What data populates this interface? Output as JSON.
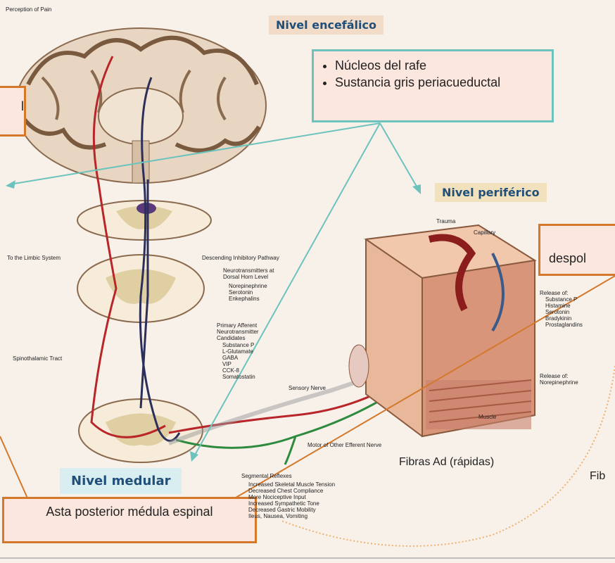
{
  "title": "Perception of Pain",
  "levels": {
    "brain": "Nivel encefálico",
    "peripheral": "Nivel periférico",
    "spinal": "Nivel medular"
  },
  "callouts": {
    "nuclei_items": [
      "Núcleos del rafe",
      "Sustancia gris periacueductal"
    ],
    "left_partial": "l",
    "right_partial": "despol",
    "dorsal_horn": "Asta posterior médula espinal",
    "fibers_ad": "Fibras Ad (rápidas)",
    "fibers_c_partial": "Fib"
  },
  "labels": {
    "limbic": "To the Limbic System",
    "descending": "Descending Inhibitory Pathway",
    "neuro_header": "Neurotransmitters at Dorsal Horn Level",
    "neuro_items": [
      "Norepinephrine",
      "Serotonin",
      "Enkephalins"
    ],
    "primary_header": "Primary Afferent Neurotransmitter Candidates",
    "primary_items": [
      "Substance P",
      "L-Glutamate",
      "GABA",
      "VIP",
      "CCK-8",
      "Somatostatin"
    ],
    "spinothalamic": "Spinothalamic Tract",
    "sensory_nerve": "Sensory Nerve",
    "motor_nerve": "Motor of Other Efferent Nerve",
    "segmental_header": "Segmental Reflexes",
    "segmental_items": [
      "Increased Skeletal Muscle Tension",
      "Decreased Chest Compliance",
      "More Nociceptive Input",
      "Increased Sympathetic Tone",
      "Decreased Gastric Mobility",
      "Ileus, Nausea, Vomiting"
    ],
    "trauma": "Trauma",
    "capillary": "Capillary",
    "release_header": "Release of:",
    "release_items": [
      "Substance P",
      "Histamine",
      "Serotonin",
      "Bradykinin",
      "Prostaglandins"
    ],
    "release2_header": "Release of:",
    "release2_items": [
      "Norepinephrine"
    ],
    "muscle": "Muscle"
  },
  "colors": {
    "callout_border_teal": "#6cc3bd",
    "callout_border_orange": "#d4782c",
    "callout_fill": "#fbe7de",
    "ascending_red": "#b8262a",
    "descending_navy": "#2b2f5a",
    "green_nerve": "#2e8b3e",
    "arrow_teal": "#6cc3bd",
    "level_blue": "#1f4f7a"
  }
}
